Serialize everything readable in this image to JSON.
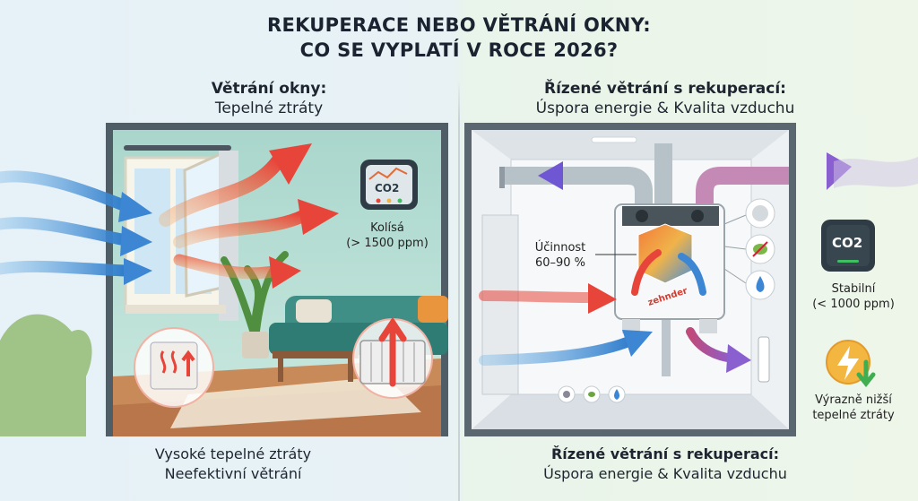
{
  "title": {
    "line1": "REKUPERACE NEBO VĚTRÁNÍ OKNY:",
    "line2": "CO SE VYPLATÍ V ROCE 2026?"
  },
  "left": {
    "heading": "Větrání okny:",
    "subheading": "Tepelné ztráty",
    "co2_icon": "CO2",
    "co2_status": "Kolísá",
    "co2_value": "(> 1500 ppm)",
    "footer_line1": "Vysoké tepelné ztráty",
    "footer_line2": "Neefektivní větrání"
  },
  "right": {
    "heading": "Řízené větrání s rekuperací:",
    "subheading": "Úspora energie & Kvalita vzduchu",
    "efficiency_label": "Účinnost",
    "efficiency_value": "60–90 %",
    "unit_brand": "zehnder",
    "co2_icon": "CO2",
    "co2_status": "Stabilní",
    "co2_value": "(< 1000 ppm)",
    "savings_line1": "Výrazně nižší",
    "savings_line2": "tepelné ztráty",
    "footer_line1": "Řízené větrání s rekuperací:",
    "footer_line2": "Úspora energie & Kvalita vzduchu"
  },
  "colors": {
    "warm_arrow": "#e8453a",
    "cold_arrow": "#3c86d4",
    "purple_arrow": "#8a5fd0",
    "co2_screen": "#2f3b45",
    "co2_good": "#3fbf62"
  },
  "icons": [
    "co2-sensor-icon",
    "radiator-icon",
    "pollen-filter-icon",
    "bacteria-filter-icon",
    "humidity-drop-icon",
    "energy-savings-icon"
  ]
}
